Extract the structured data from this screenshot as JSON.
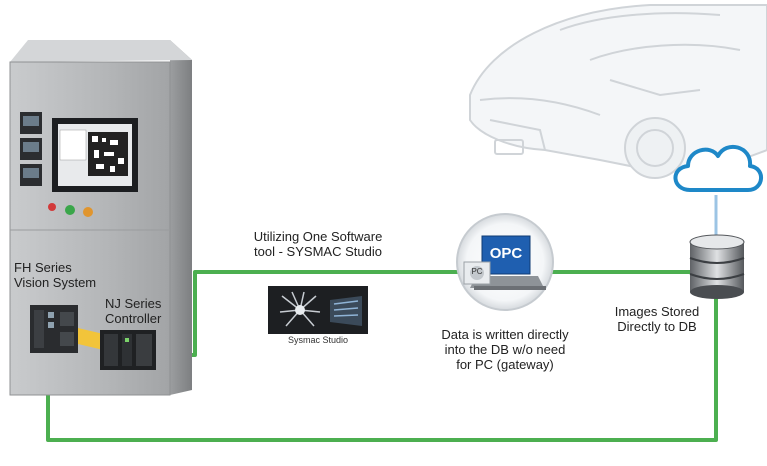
{
  "labels": {
    "fh_vision": "FH Series\nVision System",
    "nj_controller": "NJ Series\nController",
    "software_tool": "Utilizing One Software\ntool - SYSMAC Studio",
    "sysmac_caption": "Sysmac Studio",
    "opc_text": "OPC",
    "opc_sub": "PC",
    "data_written": "Data is written directly\ninto the DB w/o need\nfor PC (gateway)",
    "images_stored": "Images Stored\nDirectly to DB"
  },
  "colors": {
    "connection_line": "#4caf50",
    "cloud_stroke": "#1e88c8",
    "cabinet": "#b9bbbd",
    "opc_blue": "#1f5fb0"
  }
}
